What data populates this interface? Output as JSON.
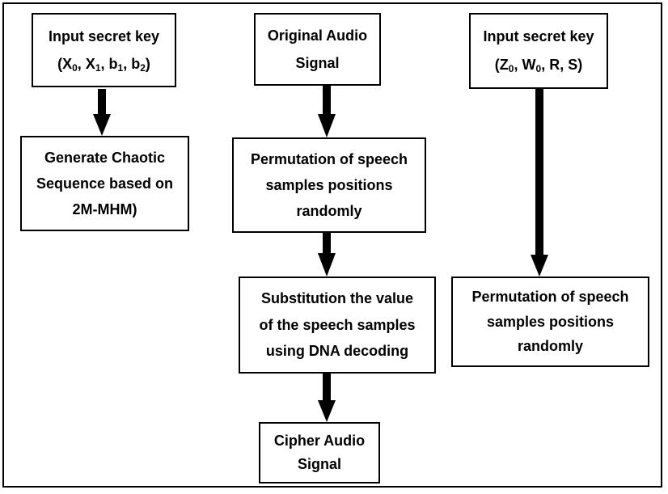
{
  "boxes": {
    "key1": {
      "line1": "Input secret key",
      "line2": {
        "open": "(",
        "x0": "X",
        "x0_sub": "0",
        "sep1": ", ",
        "x1": "X",
        "x1_sub": "1",
        "sep2": ", ",
        "b1": "b",
        "b1_sub": "1",
        "sep3": ", ",
        "b2": "b",
        "b2_sub": "2",
        "close": ")"
      }
    },
    "chaotic": [
      "Generate Chaotic",
      "Sequence based on",
      "2M-MHM)"
    ],
    "original": [
      "Original Audio",
      "Signal"
    ],
    "permutation_center": [
      "Permutation of speech",
      "samples positions",
      "randomly"
    ],
    "substitution": [
      "Substitution the value",
      "of the speech samples",
      "using DNA decoding"
    ],
    "cipher": [
      "Cipher Audio",
      "Signal"
    ],
    "key2": {
      "line1": "Input secret key",
      "line2": {
        "open": "(",
        "z0": "Z",
        "z0_sub": "0",
        "sep1": ", ",
        "w0": "W",
        "w0_sub": "0",
        "rest": ", R, S)"
      }
    },
    "permutation_right": [
      "Permutation of speech",
      "samples positions",
      "randomly"
    ]
  }
}
